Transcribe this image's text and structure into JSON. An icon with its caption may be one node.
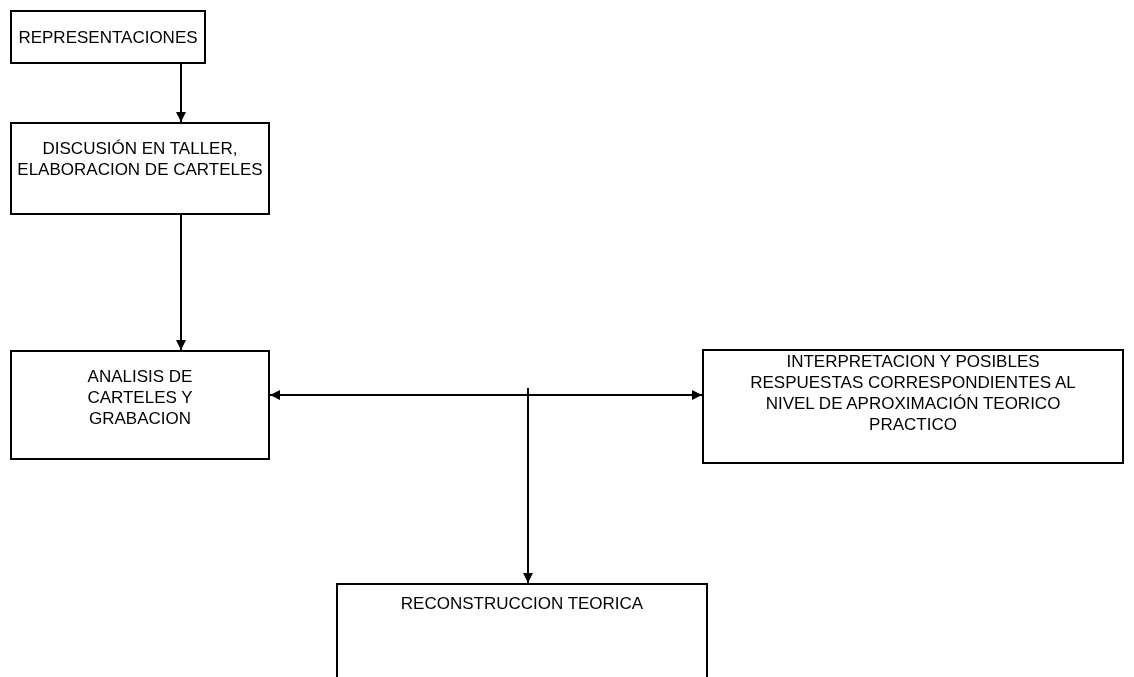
{
  "diagram": {
    "nodes": [
      {
        "text": [
          "REPRESENTACIONES"
        ]
      },
      {
        "text": [
          "DISCUSIÓN EN TALLER, ELABORACION DE CARTELES"
        ]
      },
      {
        "text": [
          "ANALISIS DE CARTELES Y GRABACION"
        ]
      },
      {
        "text": [
          "INTERPRETACION Y POSIBLES RESPUESTAS CORRESPONDIENTES AL NIVEL DE APROXIMACIÓN TEORICO PRACTICO"
        ]
      },
      {
        "text": [
          "RECONSTRUCCION TEORICA"
        ]
      }
    ],
    "edges": [
      {
        "from": 0,
        "to": 1,
        "arrow": "to"
      },
      {
        "from": 1,
        "to": 2,
        "arrow": "to"
      },
      {
        "from": 2,
        "to": 3,
        "arrow": "both"
      },
      {
        "from": null,
        "to": 4,
        "arrow": "to"
      }
    ]
  }
}
